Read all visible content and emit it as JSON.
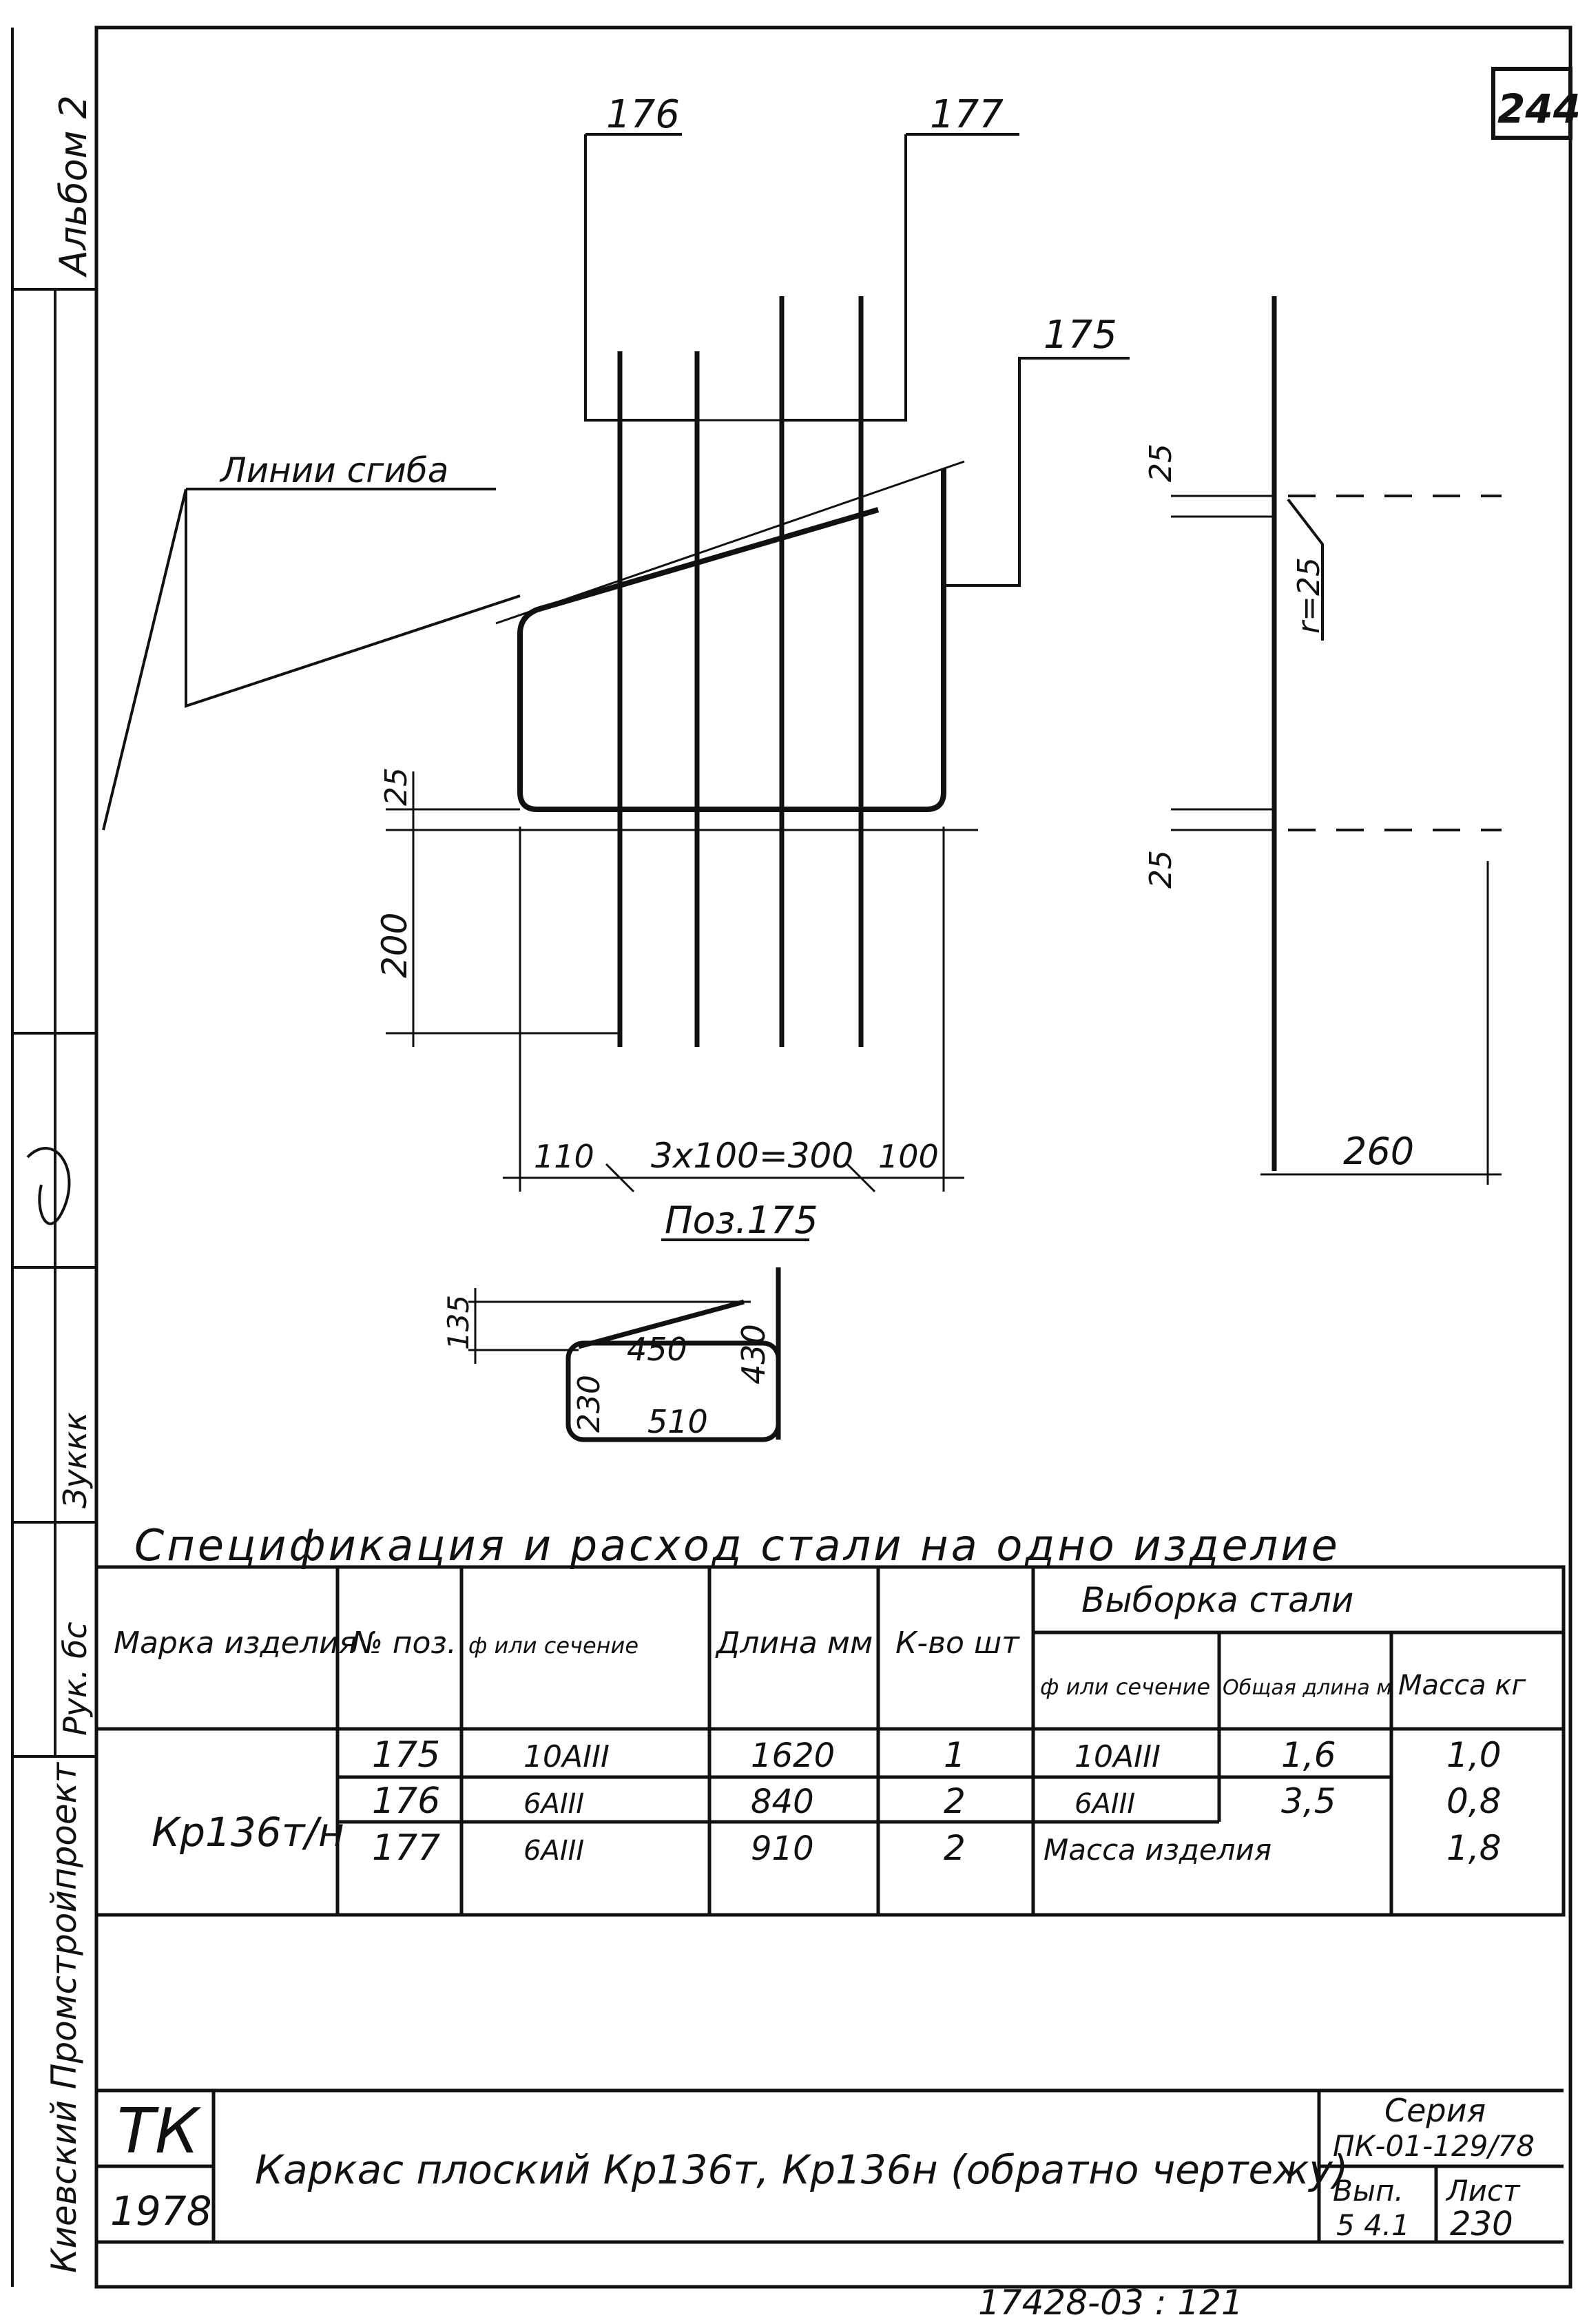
{
  "sheet": {
    "sheet_number": "244",
    "album": "Альбом 2",
    "side_stamp_1": "Рук. бс",
    "side_stamp_2": "Зуккк",
    "institute": "Киевский Промстройпроект"
  },
  "drawing": {
    "pos_label_176": "176",
    "pos_label_177": "177",
    "pos_label_175": "175",
    "bend_lines_label": "Линии сгиба",
    "dim_25_top_left": "25",
    "dim_200": "200",
    "dim_110": "110",
    "dim_3x100": "3х100=300",
    "dim_100": "100",
    "view_title": "Поз.175",
    "dim_25_right_top": "25",
    "dim_radius": "r=25",
    "dim_25_right_bottom": "25",
    "dim_260": "260",
    "bend_135": "135",
    "bend_450": "450",
    "bend_430": "430",
    "bend_230": "230",
    "bend_510": "510"
  },
  "spec": {
    "title": "Спецификация и расход стали на одно изделие",
    "headers": {
      "mark": "Марка изделия",
      "pos": "№ поз.",
      "diam": "ф или сечение",
      "length": "Длина мм",
      "count": "К-во шт",
      "selection": "Выборка стали",
      "sel_diam": "ф или сечение",
      "sel_length": "Общая длина м",
      "sel_mass": "Масса кг"
    },
    "mark_value": "Кр136т/н",
    "rows": [
      {
        "pos": "175",
        "diam": "10АIII",
        "length": "1620",
        "count": "1",
        "sel_diam": "10АIII",
        "sel_length": "1,6",
        "sel_mass": "1,0"
      },
      {
        "pos": "176",
        "diam": "6АIII",
        "length": "840",
        "count": "2",
        "sel_diam": "6АIII",
        "sel_length": "3,5",
        "sel_mass": "0,8"
      },
      {
        "pos": "177",
        "diam": "6АIII",
        "length": "910",
        "count": "2",
        "sel_diam": "Масса изделия",
        "sel_length": "",
        "sel_mass": "1,8"
      }
    ]
  },
  "title_block": {
    "org": "ТК",
    "year": "1978",
    "title": "Каркас плоский Кр136т, Кр136н (обратно чертежу)",
    "series_label": "Серия",
    "series_value": "ПК-01-129/78",
    "issue_label": "Вып.",
    "issue_value": "5 4.1",
    "sheet_label": "Лист",
    "sheet_value": "230"
  },
  "footer": {
    "stamp": "17428-03 : 121"
  }
}
